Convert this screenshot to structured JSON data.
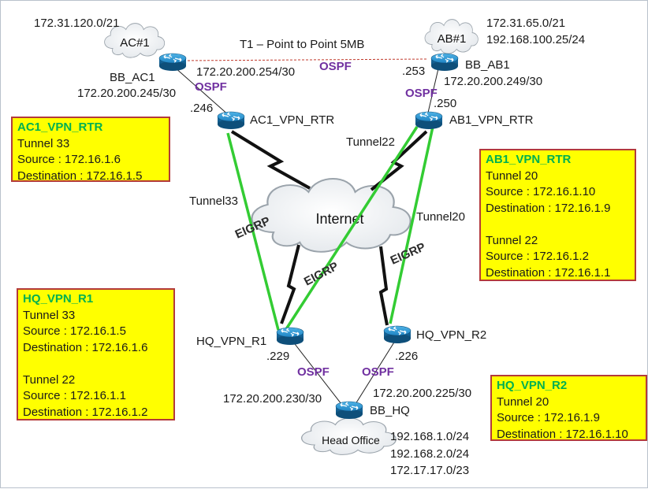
{
  "title": "T1 – Point to Point 5MB",
  "clouds": {
    "ac1": "AC#1",
    "ab1": "AB#1",
    "internet": "Internet",
    "head_office": "Head Office"
  },
  "routers": {
    "bb_ac1": "BB_AC1",
    "bb_ab1": "BB_AB1",
    "ac1_vpn_rtr": "AC1_VPN_RTR",
    "ab1_vpn_rtr": "AB1_VPN_RTR",
    "hq_vpn_r1": "HQ_VPN_R1",
    "hq_vpn_r2": "HQ_VPN_R2",
    "bb_hq": "BB_HQ"
  },
  "networks": {
    "ac1_subnet": "172.31.120.0/21",
    "ab1_subnet1": "172.31.65.0/21",
    "ab1_subnet2": "192.168.100.25/24",
    "bb_ac1_lan": "172.20.200.245/30",
    "bb_ac1_t1": "172.20.200.254/30",
    "bb_ab1_lan": "172.20.200.249/30",
    "hq_r1_lan": "172.20.200.230/30",
    "hq_r2_lan": "172.20.200.225/30",
    "hq_net1": "192.168.1.0/24",
    "hq_net2": "192.168.2.0/24",
    "hq_net3": "172.17.17.0/23"
  },
  "interfaces": {
    "ac1_246": ".246",
    "ab1_253": ".253",
    "ab1_250": ".250",
    "hq_229": ".229",
    "hq_226": ".226"
  },
  "protocols": {
    "ospf": "OSPF",
    "eigrp": "EIGRP"
  },
  "tunnels": {
    "t33": "Tunnel33",
    "t22": "Tunnel22",
    "t20": "Tunnel20"
  },
  "boxes": {
    "ac1": {
      "title": "AC1_VPN_RTR",
      "lines": [
        "Tunnel 33",
        "Source : 172.16.1.6",
        "Destination : 172.16.1.5"
      ]
    },
    "ab1": {
      "title": "AB1_VPN_RTR",
      "lines": [
        "Tunnel 20",
        "Source : 172.16.1.10",
        "Destination : 172.16.1.9"
      ],
      "lines2": [
        "Tunnel 22",
        "Source : 172.16.1.2",
        "Destination : 172.16.1.1"
      ]
    },
    "hq_r1": {
      "title": "HQ_VPN_R1",
      "lines": [
        "Tunnel 33",
        "Source : 172.16.1.5",
        "Destination : 172.16.1.6"
      ],
      "lines2": [
        "Tunnel 22",
        "Source : 172.16.1.1",
        "Destination : 172.16.1.2"
      ]
    },
    "hq_r2": {
      "title": "HQ_VPN_R2",
      "lines": [
        "Tunnel 20",
        "Source : 172.16.1.9",
        "Destination : 172.16.1.10"
      ]
    }
  },
  "colors": {
    "tunnel_green": "#33cc33",
    "ospf_purple": "#7030a0",
    "box_yellow": "#ffff00",
    "box_border": "#b33a3a",
    "title_green": "#00b050",
    "router_blue": "#1f84c4"
  }
}
